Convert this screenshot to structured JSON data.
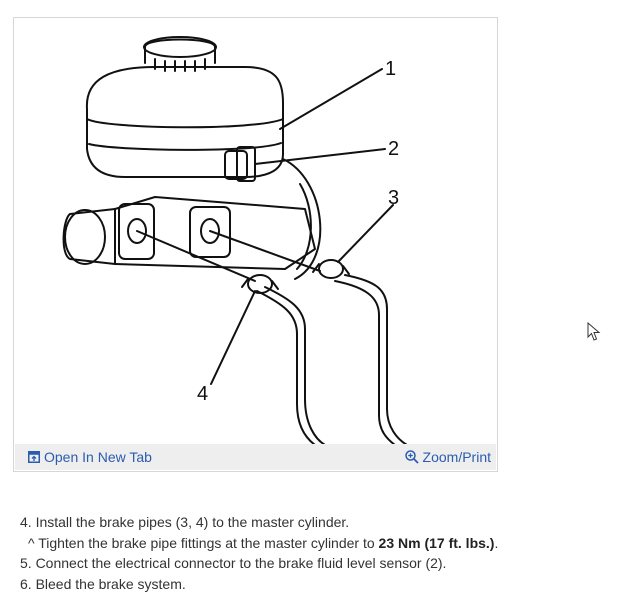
{
  "figure": {
    "callouts": [
      "1",
      "2",
      "3",
      "4"
    ],
    "toolbar": {
      "open_label": "Open In New Tab",
      "open_icon": "open-new-tab-icon",
      "zoom_label": "Zoom/Print",
      "zoom_icon": "zoom-in-icon",
      "link_color": "#2a5db0"
    }
  },
  "steps": {
    "step4": "4. Install the brake pipes (3, 4) to the master cylinder.",
    "step4_sub_prefix": "^  Tighten the brake pipe fittings at the master cylinder to ",
    "step4_sub_torque": "23 Nm (17 ft. lbs.)",
    "step4_sub_suffix": ".",
    "step5": "5. Connect the electrical connector to the brake fluid level sensor (2).",
    "step6": "6. Bleed the brake system."
  }
}
